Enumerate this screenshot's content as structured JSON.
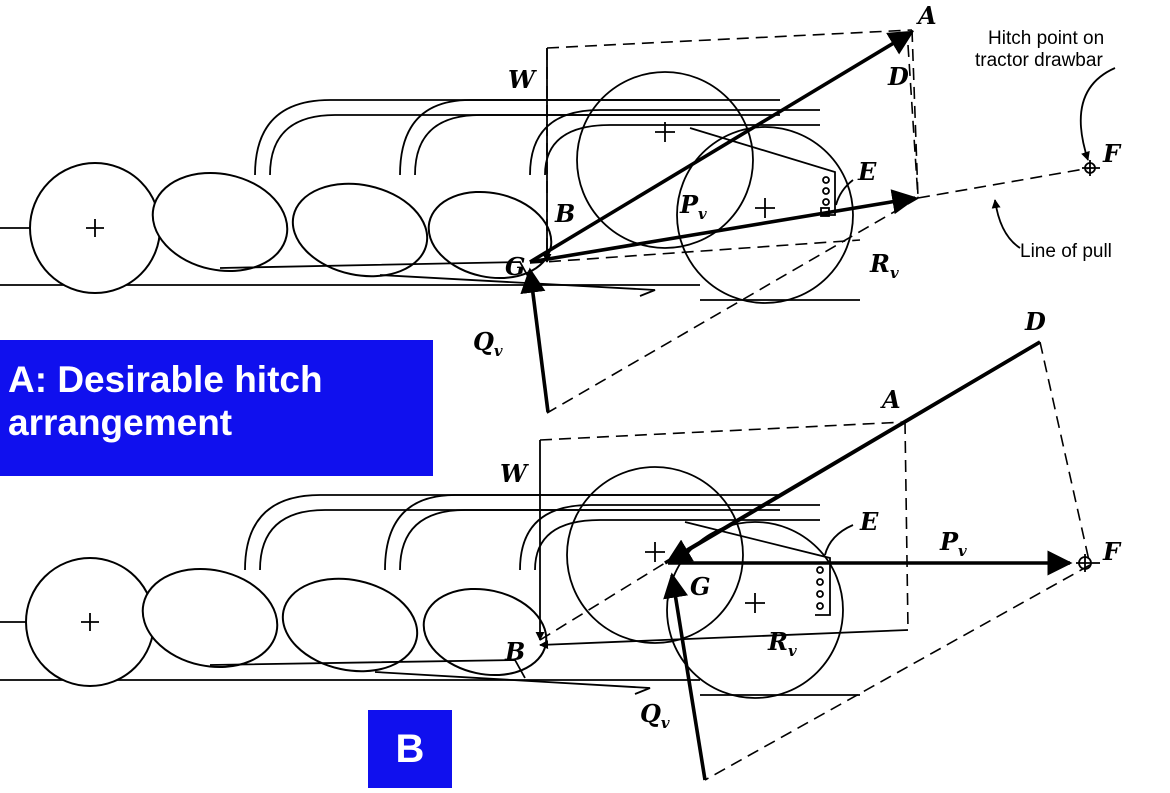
{
  "captions": {
    "a": "A: Desirable hitch arrangement",
    "b": "B"
  },
  "labels": {
    "top": {
      "A": "A",
      "D": "D",
      "W": "W",
      "B": "B",
      "G": "G",
      "E": "E",
      "F": "F",
      "P": "P",
      "P_sub": "v",
      "R": "R",
      "R_sub": "v",
      "Q": "Q",
      "Q_sub": "v",
      "hitch_note_line1": "Hitch point on",
      "hitch_note_line2": "tractor drawbar",
      "line_of_pull": "Line of pull"
    },
    "bottom": {
      "A": "A",
      "D": "D",
      "W": "W",
      "B": "B",
      "G": "G",
      "E": "E",
      "F": "F",
      "P": "P",
      "P_sub": "v",
      "R": "R",
      "R_sub": "v",
      "Q": "Q",
      "Q_sub": "v"
    }
  }
}
